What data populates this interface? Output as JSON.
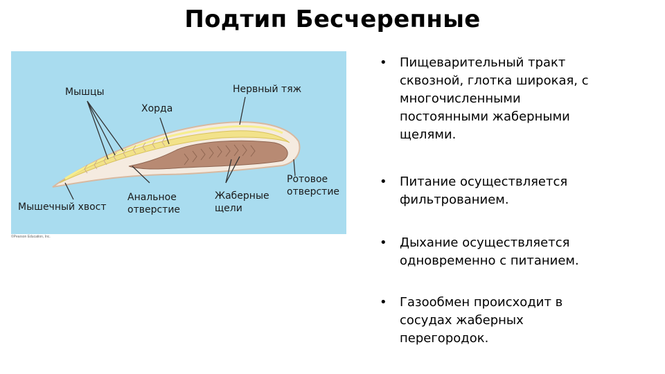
{
  "title": "Подтип Бесчерепные",
  "figure": {
    "labels": {
      "muscles": "Мышцы",
      "nerve_cord": "Нервный тяж",
      "notochord": "Хорда",
      "mouth_1": "Ротовое",
      "mouth_2": "отверстие",
      "anal_1": "Анальное",
      "anal_2": "отверстие",
      "gill_1": "Жаберные",
      "gill_2": "щели",
      "tail": "Мышечный хвост"
    },
    "credit": "©Pearson Education, Inc.",
    "colors": {
      "background": "#a9dcef",
      "body": "#f5ebe0",
      "notochord": "#f2e28a",
      "nerve_cord": "#f6ee8e",
      "gut": "#b88a73"
    }
  },
  "bullets": [
    {
      "symbol": "•",
      "text": "Пищеварительный тракт сквозной, глотка широкая, с многочисленными постоянными жаберными щелями."
    },
    {
      "symbol": "•",
      "text": "Питание осуществляется фильтрованием."
    },
    {
      "symbol": "•",
      "text": "Дыхание осуществляется одновременно с питанием."
    },
    {
      "symbol": "•",
      "text": " Газообмен происходит в сосудах жаберных перегородок."
    }
  ]
}
